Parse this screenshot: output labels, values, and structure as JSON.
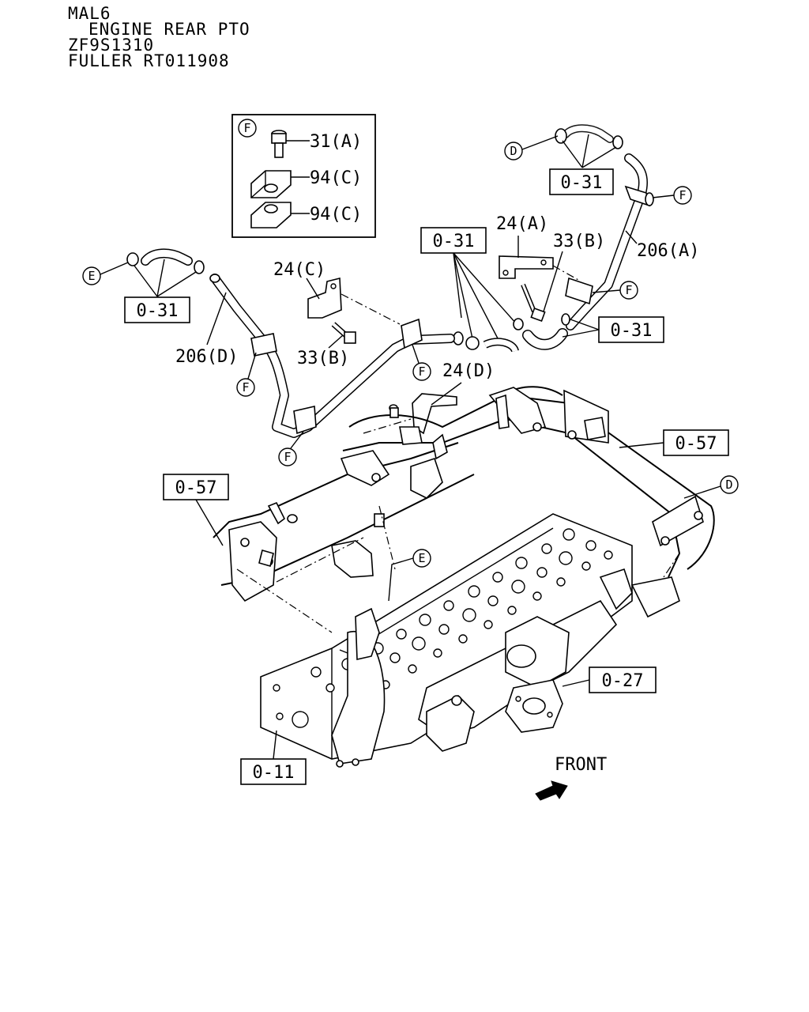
{
  "header": {
    "model": "MAL6",
    "title": "ENGINE REAR PTO",
    "transmission_1": "ZF9S1310",
    "transmission_2": "FULLER RT011908"
  },
  "detail_box": {
    "marker": "F",
    "parts": [
      "31(A)",
      "94(C)",
      "94(C)"
    ]
  },
  "circle_markers": {
    "d_top": "D",
    "e_left": "E",
    "f_206a_top": "F",
    "f_206a_mid": "F",
    "f_206d": "F",
    "f_206d_bottom": "F",
    "f_center": "F",
    "d_right": "D",
    "e_center": "E"
  },
  "part_labels": {
    "p24a": "24(A)",
    "p33b_right": "33(B)",
    "p206a": "206(A)",
    "p24c": "24(C)",
    "p33b_left": "33(B)",
    "p206d": "206(D)",
    "p24d": "24(D)"
  },
  "ref_boxes": {
    "r031_top_right": "0-31",
    "r031_center": "0-31",
    "r031_left": "0-31",
    "r031_right": "0-31",
    "r057_right": "0-57",
    "r057_left": "0-57",
    "r027": "0-27",
    "r011": "0-11"
  },
  "direction": {
    "label": "FRONT"
  }
}
